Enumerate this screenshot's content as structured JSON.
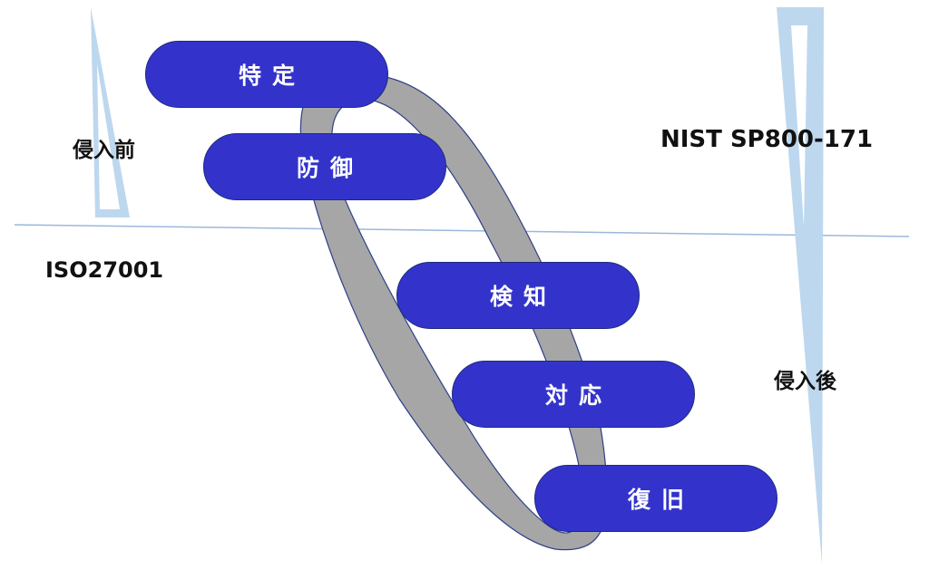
{
  "colors": {
    "pill_fill": "#3333cc",
    "pill_border": "#1f2a7a",
    "pill_text": "#ffffff",
    "loop": "#a6a6a6",
    "wedge_fill": "#bdd7ee",
    "divider": "#9bb8da",
    "label_text": "#111111"
  },
  "labels": {
    "before_intrusion": "侵入前",
    "after_intrusion": "侵入後",
    "iso": "ISO27001",
    "nist": "NIST SP800-171"
  },
  "stages": [
    {
      "label": "特定"
    },
    {
      "label": "防御"
    },
    {
      "label": "検知"
    },
    {
      "label": "対応"
    },
    {
      "label": "復旧"
    }
  ]
}
